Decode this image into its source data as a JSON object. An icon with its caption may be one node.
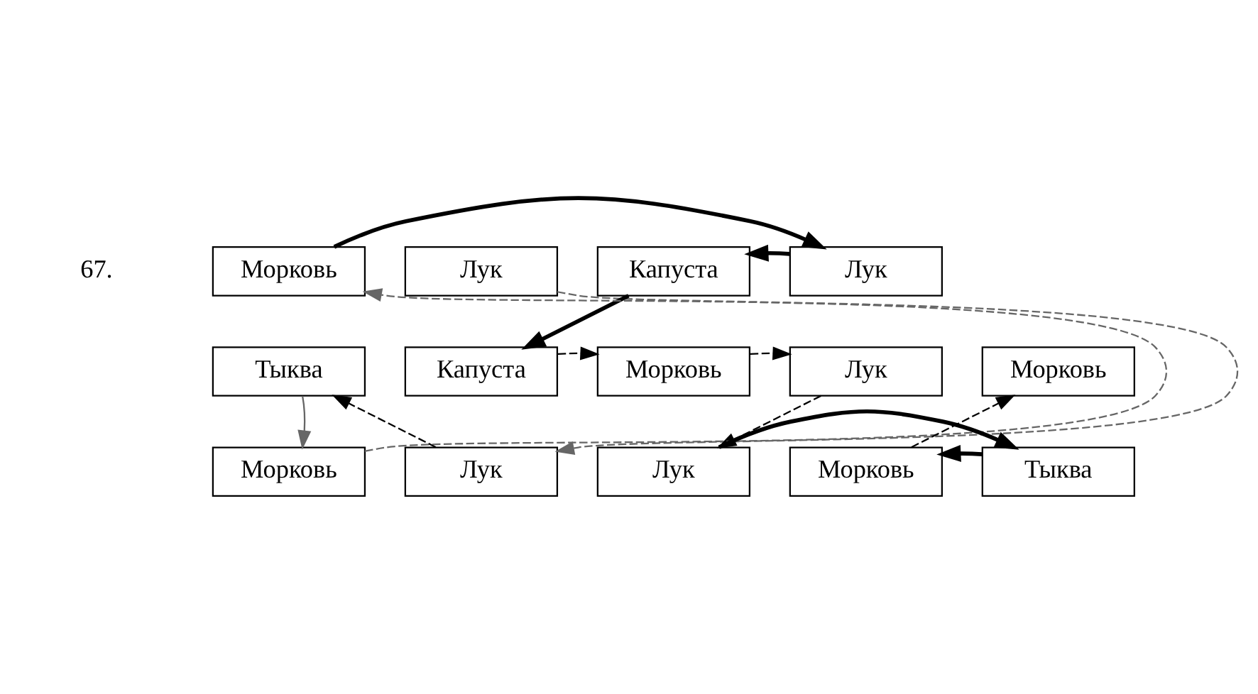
{
  "diagram": {
    "nodes": [
      {
        "text": [
          "Морковь"
        ]
      },
      {
        "text": [
          "Лук"
        ]
      },
      {
        "text": [
          "Капуста"
        ]
      },
      {
        "text": [
          "Лук"
        ]
      },
      {
        "text": [
          "Тыква"
        ]
      },
      {
        "text": [
          "Капуста"
        ]
      },
      {
        "text": [
          "Морковь"
        ]
      },
      {
        "text": [
          "Лук"
        ]
      },
      {
        "text": [
          "Морковь"
        ]
      },
      {
        "text": [
          "Морковь"
        ]
      },
      {
        "text": [
          "Лук"
        ]
      },
      {
        "text": [
          "Лук"
        ]
      },
      {
        "text": [
          "Морковь"
        ]
      },
      {
        "text": [
          "Тыква"
        ]
      }
    ],
    "edges": [
      {
        "from": 0,
        "to": 3,
        "arrow": "to",
        "style": "thick"
      },
      {
        "from": 3,
        "to": 2,
        "arrow": "to",
        "style": "thick"
      },
      {
        "from": 2,
        "to": 5,
        "arrow": "to",
        "style": "thick"
      },
      {
        "from": 5,
        "to": 6,
        "arrow": "to",
        "style": "dashed"
      },
      {
        "from": 6,
        "to": 7,
        "arrow": "to",
        "style": "dashed"
      },
      {
        "from": 7,
        "to": 11,
        "arrow": "to",
        "style": "dashed"
      },
      {
        "from": 11,
        "to": 13,
        "arrow": "to",
        "style": "thick"
      },
      {
        "from": 13,
        "to": 12,
        "arrow": "to",
        "style": "thick"
      },
      {
        "from": 12,
        "to": 8,
        "arrow": "to",
        "style": "dashed"
      },
      {
        "from": 1,
        "to": 10,
        "arrow": "to",
        "style": "dashed",
        "color": "#666666"
      },
      {
        "from": 10,
        "to": 4,
        "arrow": "to",
        "style": "dashed"
      },
      {
        "from": 4,
        "to": 9,
        "arrow": "to",
        "color": "#666666"
      },
      {
        "from": 9,
        "to": 0,
        "arrow": "to",
        "style": "dashed",
        "color": "#666666"
      }
    ],
    "labels": [
      "67."
    ]
  }
}
